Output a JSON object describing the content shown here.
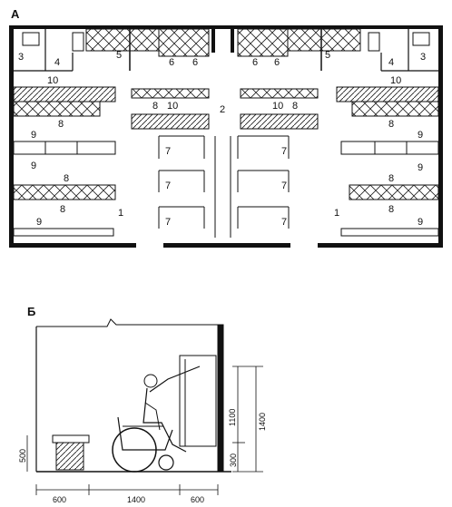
{
  "section_a": {
    "label": "А",
    "left_labels": [
      "3",
      "4",
      "5",
      "6",
      "6",
      "10",
      "8",
      "9",
      "9",
      "8",
      "8",
      "9",
      "1",
      "2"
    ],
    "center_labels": [
      "8",
      "10",
      "7",
      "7",
      "7"
    ],
    "right_labels": [
      "6",
      "6",
      "5",
      "4",
      "3",
      "10",
      "8",
      "9",
      "9",
      "8",
      "8",
      "9",
      "1"
    ],
    "center_right_labels": [
      "10",
      "8",
      "7",
      "7",
      "7"
    ]
  },
  "section_b": {
    "label": "Б",
    "horizontal_dims": [
      "600",
      "1400",
      "600"
    ],
    "vertical_dims": [
      "500",
      "1100",
      "1400",
      "300"
    ]
  }
}
